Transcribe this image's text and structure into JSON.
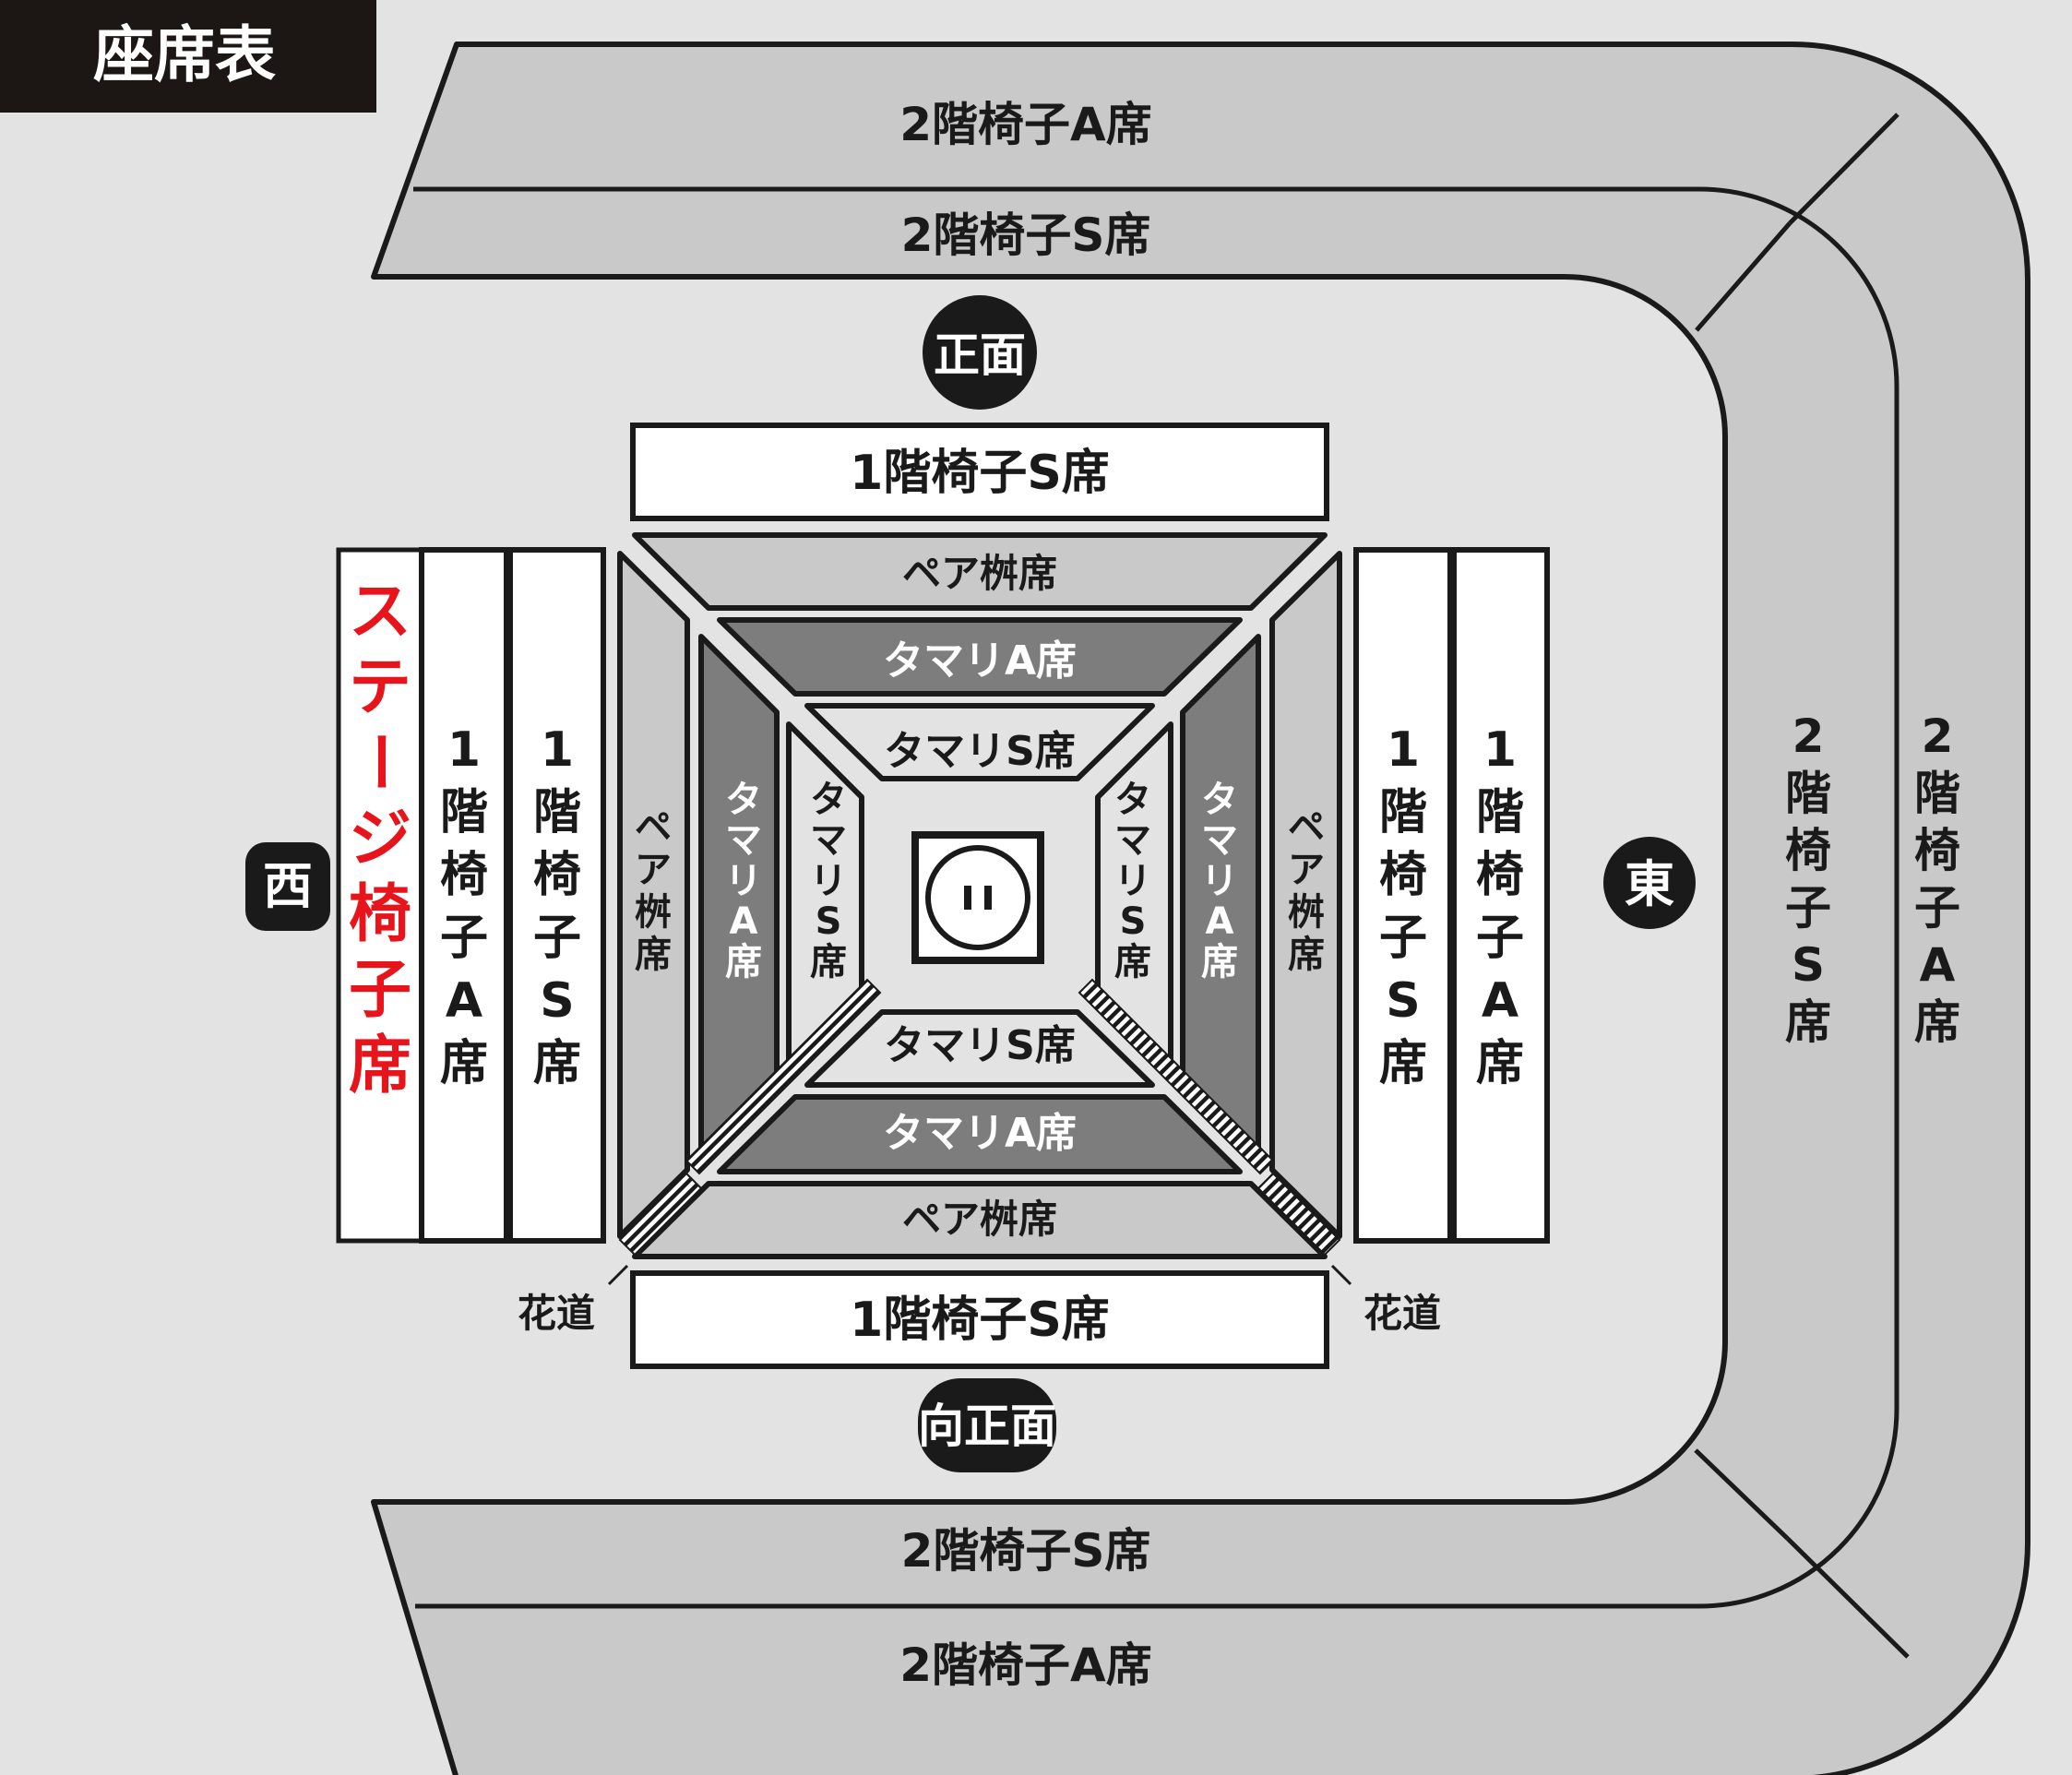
{
  "title": "座席表",
  "directions": {
    "north": "正面",
    "south": "向正面",
    "west": "西",
    "east": "東"
  },
  "hanamichi": {
    "left": "花道",
    "right": "花道"
  },
  "upper": {
    "top_a": "2階椅子A席",
    "top_s": "2階椅子S席",
    "bottom_s": "2階椅子S席",
    "bottom_a": "2階椅子A席",
    "east_s": "2階椅子S席",
    "east_a": "2階椅子A席"
  },
  "lower": {
    "top_s": "1階椅子S席",
    "bottom_s": "1階椅子S席",
    "west_a": "1階椅子A席",
    "west_s": "1階椅子S席",
    "east_s": "1階椅子S席",
    "east_a": "1階椅子A席",
    "stage": "ステージ椅子席"
  },
  "pair": {
    "top": "ペア桝席",
    "bottom": "ペア桝席",
    "left": "ペア桝席",
    "right": "ペア桝席"
  },
  "tamari": {
    "top_a": "タマリA席",
    "top_s": "タマリS席",
    "bottom_s": "タマリS席",
    "bottom_a": "タマリA席",
    "left_a": "タマリA席",
    "left_s": "タマリS席",
    "right_s": "タマリS席",
    "right_a": "タマリA席"
  },
  "colors": {
    "stage_text": "#e8141b",
    "background": "#e3e3e3",
    "section_gray": "#c9c9c9",
    "tamari_dark": "#7d7d7d",
    "ink": "#1a1a1a"
  }
}
